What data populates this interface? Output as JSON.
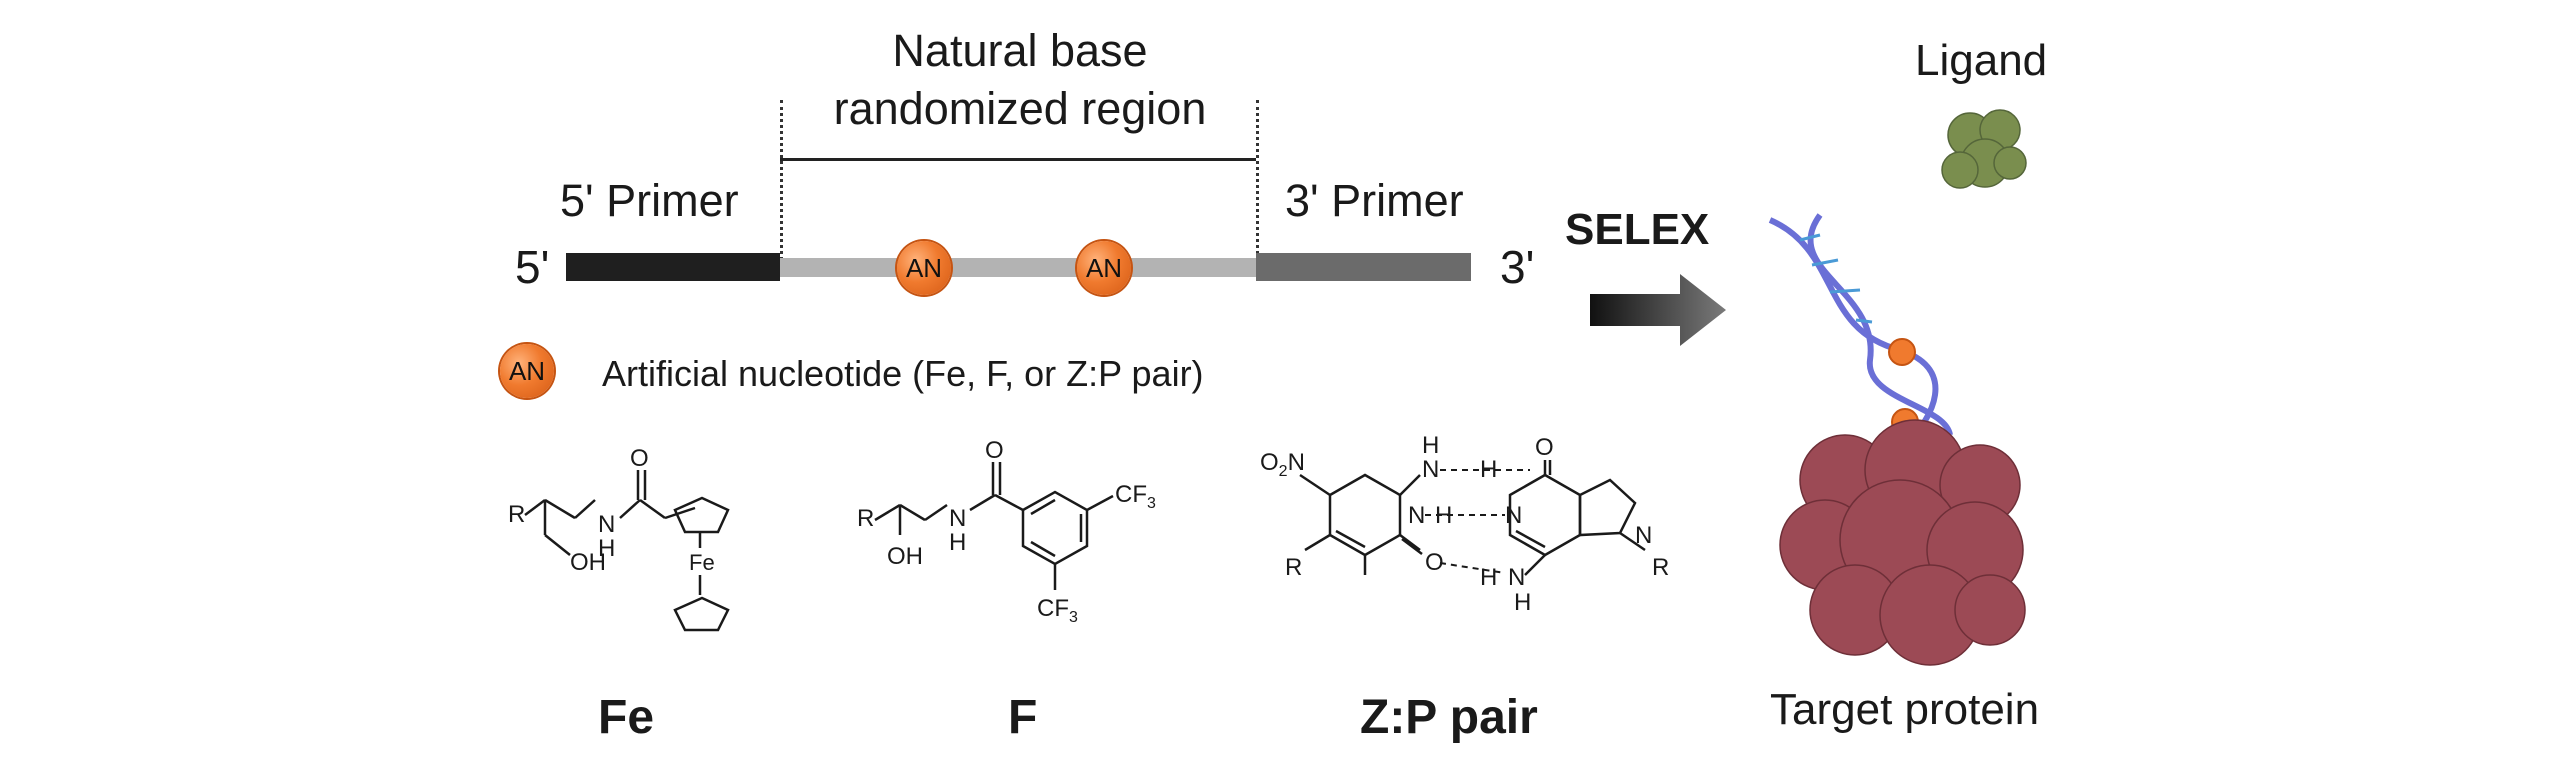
{
  "diagram": {
    "region_title_line1": "Natural base",
    "region_title_line2": "randomized region",
    "primer_5": "5' Primer",
    "primer_3": "3' Primer",
    "end_5": "5'",
    "end_3": "3'",
    "an_label": "AN",
    "selex_label": "SELEX",
    "legend_text": "Artificial nucleotide (Fe, F, or Z:P pair)",
    "ligand_label": "Ligand",
    "target_label": "Target protein"
  },
  "molecules": {
    "fe": {
      "name": "Fe",
      "atoms": {
        "r": "R",
        "n": "N",
        "h": "H",
        "o": "O",
        "oh": "OH",
        "fe": "Fe"
      }
    },
    "f": {
      "name": "F",
      "atoms": {
        "r": "R",
        "n": "N",
        "h": "H",
        "o": "O",
        "oh": "OH",
        "cf3": "CF",
        "sub3": "3"
      }
    },
    "zp": {
      "name": "Z:P pair",
      "atoms": {
        "r": "R",
        "n": "N",
        "h": "H",
        "o": "O",
        "no2": "O",
        "sub2": "2",
        "no2n": "N"
      }
    }
  },
  "colors": {
    "primer_5": "#1f1f1f",
    "random_region": "#b3b3b3",
    "primer_3": "#6b6b6b",
    "artificial_nucleotide": "#f07a2e",
    "dna_backbone": "#6a6fd6",
    "ligand": "#7a8e4e",
    "target_protein": "#9c4a55"
  }
}
